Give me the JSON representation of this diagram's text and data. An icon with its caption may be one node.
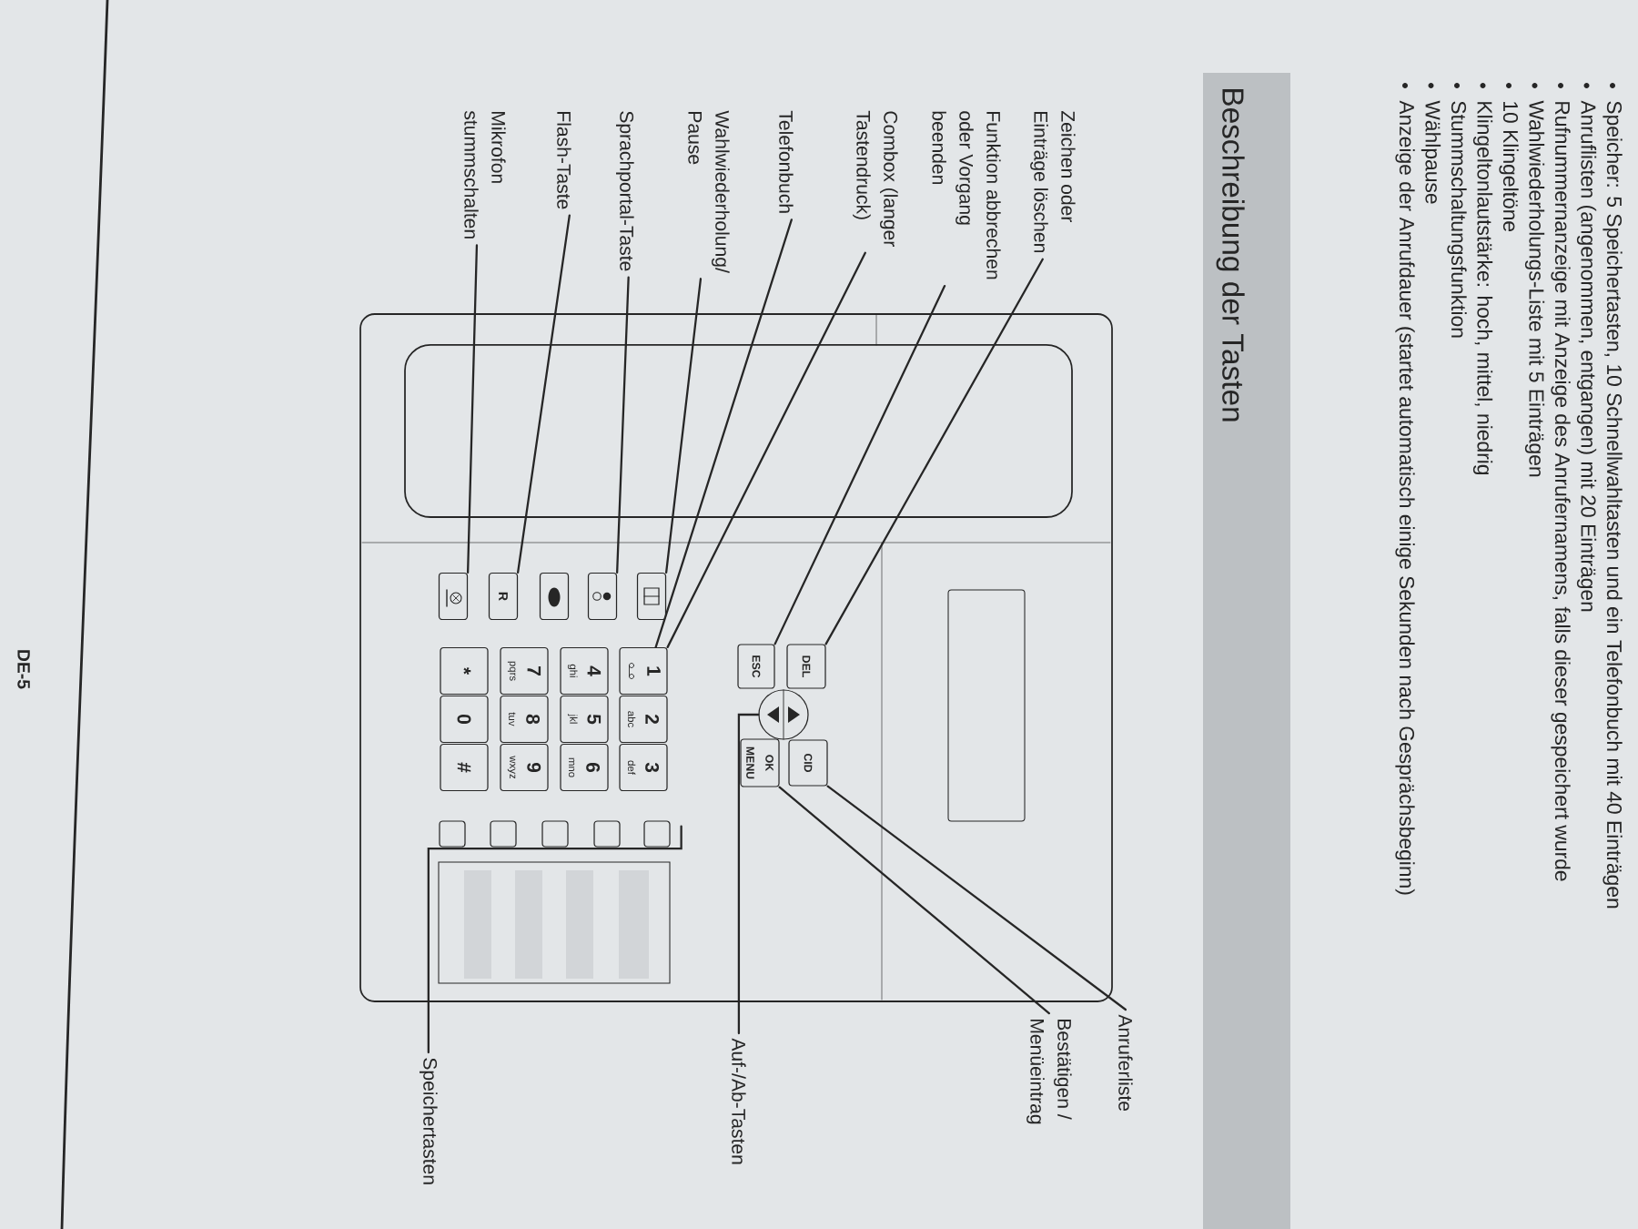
{
  "diagram": {
    "title": "Beschreibung der Tasten",
    "nodes": [
      {
        "text": [
          "Zeichen oder Einträge löschen"
        ]
      },
      {
        "text": [
          "Funktion abbrechen oder Vorgang beenden"
        ]
      },
      {
        "text": [
          "Combox (langer Tastendruck)"
        ]
      },
      {
        "text": [
          "Telefonbuch"
        ]
      },
      {
        "text": [
          "Wahlwiederholung/ Pause"
        ]
      },
      {
        "text": [
          "Sprachportal-Taste"
        ]
      },
      {
        "text": [
          "Flash-Taste"
        ]
      },
      {
        "text": [
          "Mikrofon stummschalten"
        ]
      },
      {
        "text": [
          "Anruferliste"
        ]
      },
      {
        "text": [
          "Bestätigen / Menüeintrag"
        ]
      },
      {
        "text": [
          "Auf-/Ab-Tasten"
        ]
      },
      {
        "text": [
          "Speichertasten"
        ]
      },
      {
        "text": [
          "DEL"
        ]
      },
      {
        "text": [
          "CID"
        ]
      },
      {
        "text": [
          "ESC"
        ]
      },
      {
        "text": [],
        "shape": "circle"
      },
      {
        "text": [
          "OK MENU"
        ]
      },
      {
        "text": [],
        "shape": "box"
      },
      {
        "text": [],
        "shape": "box"
      },
      {
        "text": [],
        "shape": "box"
      },
      {
        "text": [
          "R"
        ]
      },
      {
        "text": [],
        "shape": "box"
      },
      {
        "text": [
          "1"
        ]
      },
      {
        "text": [
          "2",
          "abc"
        ]
      },
      {
        "text": [
          "3",
          "def"
        ]
      },
      {
        "text": [
          "4",
          "ghi"
        ]
      },
      {
        "text": [
          "5",
          "jkl"
        ]
      },
      {
        "text": [
          "6",
          "mno"
        ]
      },
      {
        "text": [
          "7",
          "pqrs"
        ]
      },
      {
        "text": [
          "8",
          "tuv"
        ]
      },
      {
        "text": [
          "9",
          "wxyz"
        ]
      },
      {
        "text": [
          "*"
        ]
      },
      {
        "text": [
          "0"
        ]
      },
      {
        "text": [
          "#"
        ]
      },
      {
        "text": [],
        "shape": "box"
      },
      {
        "text": [],
        "shape": "box"
      },
      {
        "text": [],
        "shape": "box"
      },
      {
        "text": [],
        "shape": "box"
      },
      {
        "text": [],
        "shape": "box"
      }
    ],
    "edges": [
      {
        "from": 0,
        "to": 12,
        "arrow": "none"
      },
      {
        "from": 1,
        "to": 14,
        "arrow": "none"
      },
      {
        "from": 2,
        "to": 22,
        "arrow": "none"
      },
      {
        "from": 3,
        "to": 22,
        "arrow": "none"
      },
      {
        "from": 4,
        "to": 17,
        "arrow": "none"
      },
      {
        "from": 5,
        "to": 18,
        "arrow": "none"
      },
      {
        "from": 6,
        "to": 20,
        "arrow": "none"
      },
      {
        "from": 7,
        "to": 21,
        "arrow": "none"
      },
      {
        "from": 8,
        "to": 13,
        "arrow": "none"
      },
      {
        "from": 9,
        "to": 16,
        "arrow": "none"
      },
      {
        "from": 10,
        "to": 15,
        "arrow": "none"
      },
      {
        "from": 11,
        "to": 34,
        "arrow": "none"
      },
      {
        "from": 11,
        "to": 35,
        "arrow": "none"
      },
      {
        "from": 11,
        "to": 36,
        "arrow": "none"
      },
      {
        "from": 11,
        "to": 37,
        "arrow": "none"
      },
      {
        "from": 11,
        "to": 38,
        "arrow": "none"
      }
    ],
    "labels": [
      "Speicher: 5 Speichertasten, 10 Schnellwahltasten und ein Telefonbuch mit 40 Einträgen",
      "Anruflisten (angenommen, entgangen) mit 20 Einträgen",
      "Rufnummernanzeige mit Anzeige des Anrufernamens, falls dieser gespeichert wurde",
      "Wahlwiederholungs-Liste mit 5 Einträgen",
      "10 Klingeltöne",
      "Klingeltonlautstärke: hoch, mittel, niedrig",
      "Stummschaltungsfunktion",
      "Wählpause",
      "Anzeige der Anrufdauer (startet automatisch einige Sekunden nach Gesprächsbeginn)",
      "DE-5"
    ]
  }
}
